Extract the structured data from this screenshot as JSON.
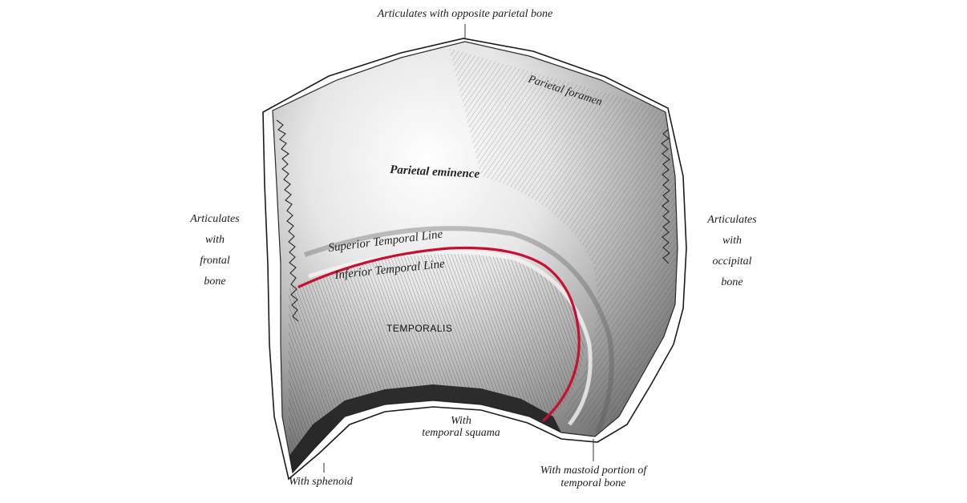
{
  "labels": {
    "top": "Articulates with opposite parietal bone",
    "left": [
      "Articulates",
      "with",
      "frontal",
      "bone"
    ],
    "right": [
      "Articulates",
      "with",
      "occipital",
      "bone"
    ],
    "sphenoid": "With sphenoid",
    "squama": [
      "With",
      "temporal squama"
    ],
    "mastoid": [
      "With mastoid portion of",
      "temporal bone"
    ]
  },
  "surface_labels": {
    "parietal_foramen": "Parietal foramen",
    "parietal_eminence": "Parietal eminence",
    "superior_temporal_line": "Superior Temporal Line",
    "inferior_temporal_line": "Inferior Temporal Line",
    "temporalis": "TEMPORALIS"
  },
  "colors": {
    "highlight_line": "#c8102e",
    "engraving_dark": "#2a2a2a",
    "engraving_mid": "#8a8a8a",
    "background": "#ffffff"
  }
}
